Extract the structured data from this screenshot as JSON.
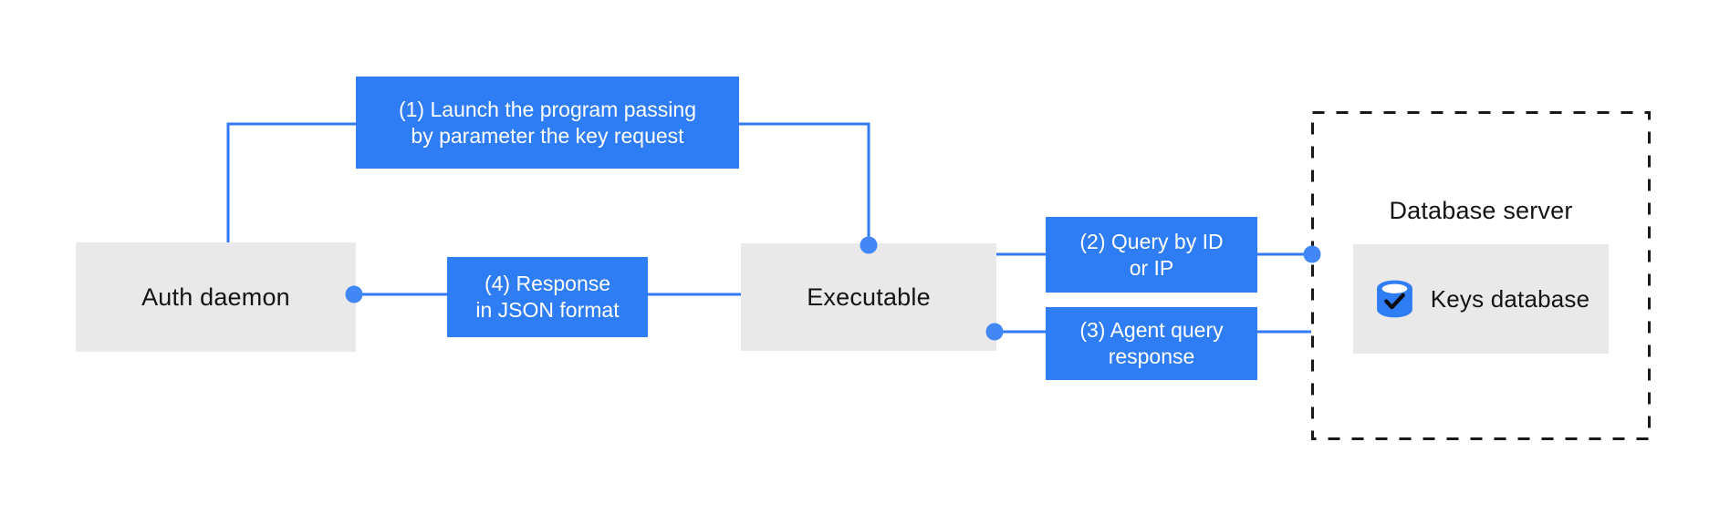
{
  "diagram": {
    "colors": {
      "accent_blue": "#2F7DF5",
      "connector_blue": "#3279F3",
      "dot_blue": "#4187F6",
      "node_gray": "#E9E9E9",
      "dashed_border": "#191919",
      "step_text_color": "#FFFFFF",
      "label_text_color": "#141414",
      "background": "#FFFFFF"
    },
    "nodes": {
      "auth_daemon": {
        "label": "Auth daemon"
      },
      "executable": {
        "label": "Executable"
      },
      "database_server": {
        "label": "Database server"
      },
      "keys_database": {
        "label": "Keys database",
        "icon": "database-check-icon"
      }
    },
    "steps": [
      {
        "line1": "(1) Launch the program passing",
        "line2": "by parameter the key request"
      },
      {
        "line1": "(2) Query by ID",
        "line2": "or IP"
      },
      {
        "line1": "(3) Agent query",
        "line2": "response"
      },
      {
        "line1": "(4) Response",
        "line2": "in JSON format"
      }
    ],
    "connectors": [
      {
        "step": 1,
        "from": "auth_daemon",
        "to": "executable"
      },
      {
        "step": 2,
        "from": "executable",
        "to": "database_server"
      },
      {
        "step": 3,
        "from": "database_server",
        "to": "executable"
      },
      {
        "step": 4,
        "from": "executable",
        "to": "auth_daemon"
      }
    ]
  }
}
